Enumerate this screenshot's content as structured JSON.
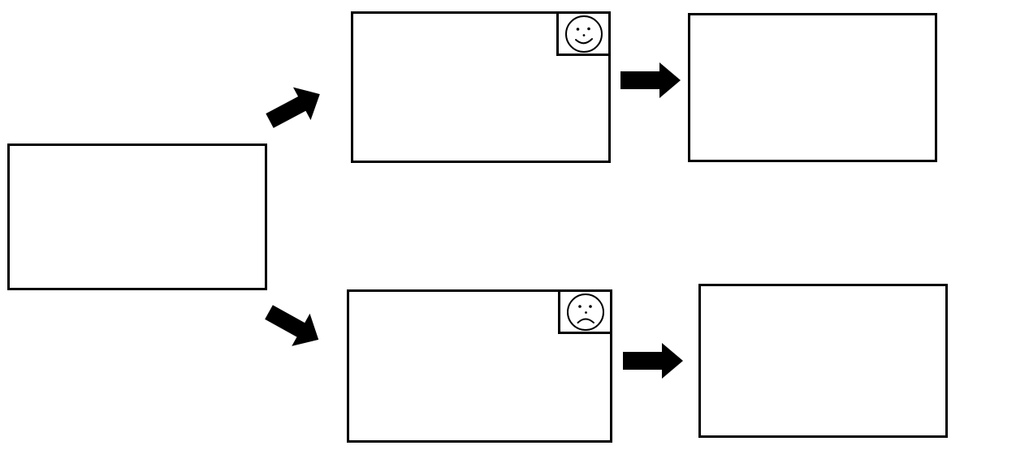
{
  "diagram": {
    "boxes": [
      "start",
      "top-middle",
      "top-right",
      "bottom-middle",
      "bottom-right"
    ],
    "emoticons": {
      "top_middle": "smiling-face-icon",
      "bottom_middle": "frowning-face-icon"
    },
    "arrows": [
      {
        "from": "start",
        "to": "top-middle"
      },
      {
        "from": "start",
        "to": "bottom-middle"
      },
      {
        "from": "top-middle",
        "to": "top-right"
      },
      {
        "from": "bottom-middle",
        "to": "bottom-right"
      }
    ],
    "colors": {
      "stroke": "#000000",
      "background": "#ffffff"
    }
  }
}
